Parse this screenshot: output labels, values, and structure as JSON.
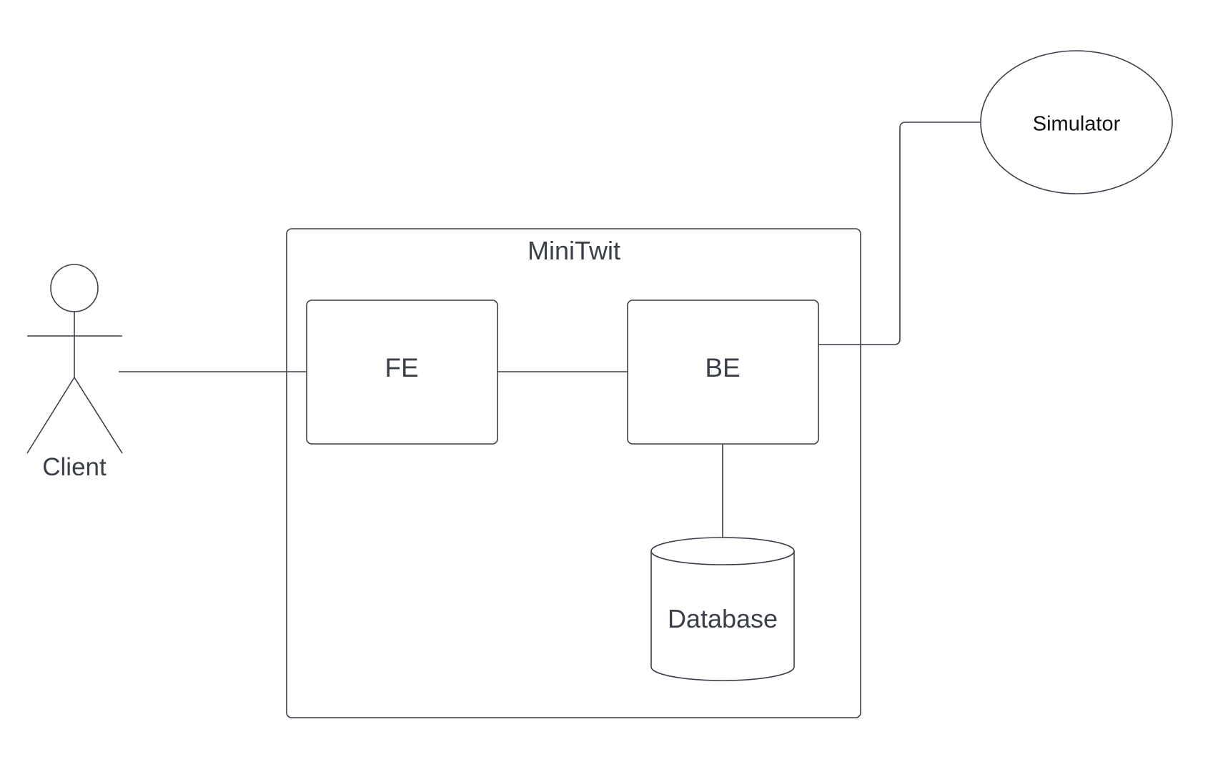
{
  "diagram": {
    "actor": {
      "label": "Client"
    },
    "container": {
      "label": "MiniTwit"
    },
    "frontend": {
      "label": "FE"
    },
    "backend": {
      "label": "BE"
    },
    "database": {
      "label": "Database"
    },
    "simulator": {
      "label": "Simulator"
    }
  },
  "colors": {
    "stroke": "#3a3f4a",
    "text": "#3a3f4a",
    "simulator_text": "#111111",
    "background": "#ffffff"
  }
}
